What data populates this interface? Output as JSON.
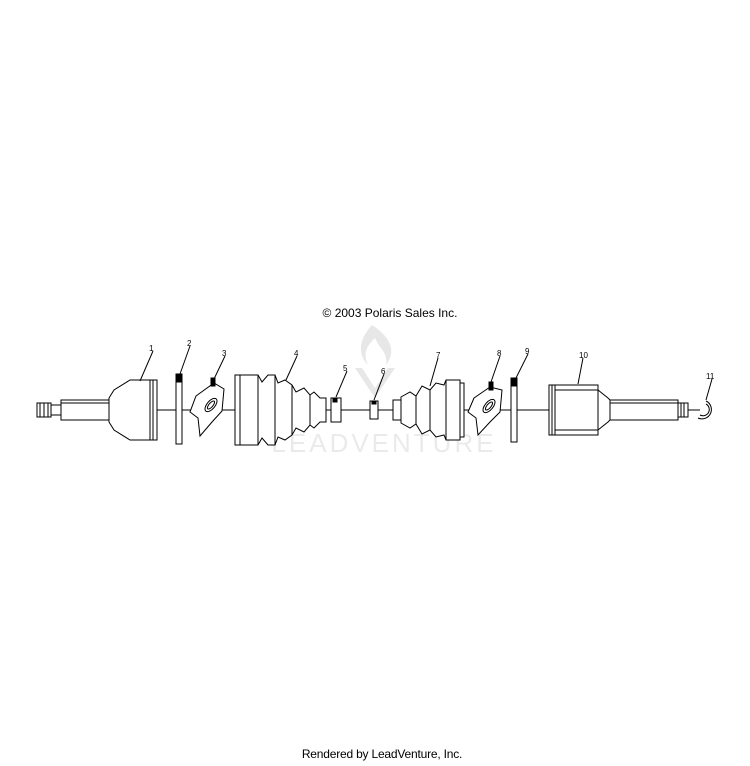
{
  "copyright": "© 2003 Polaris Sales Inc.",
  "watermark": "LEADVENTURE",
  "footer": "Rendered by LeadVenture, Inc.",
  "callouts": [
    "1",
    "2",
    "3",
    "4",
    "5",
    "6",
    "7",
    "8",
    "9",
    "10",
    "11"
  ]
}
